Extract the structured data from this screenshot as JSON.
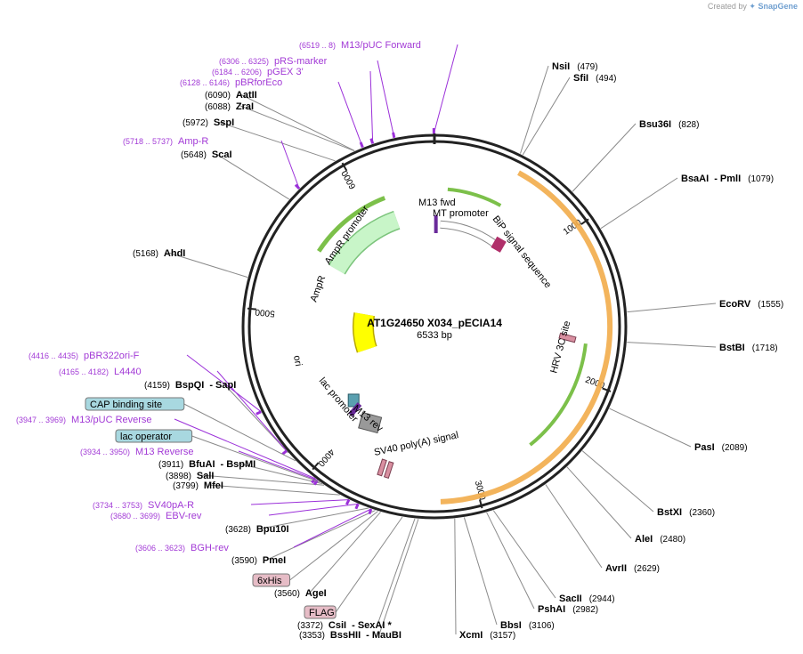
{
  "watermark": {
    "prefix": "Created by",
    "brand": "SnapGene"
  },
  "plasmid": {
    "name": "AT1G24650 X034_pECIA14",
    "size_label": "6533 bp",
    "length": 6533
  },
  "colors": {
    "backbone": "#222222",
    "enzyme_line": "#8a8a8a",
    "primer_line": "#9b30d9",
    "primer_text": "#a23ad6",
    "orange_band": "#f2ac4a",
    "green_arrow": "#7cc04a",
    "ampr_fill": "#c8f5c8",
    "ori_fill": "#ffff00",
    "pink_tick": "#d98fa0"
  },
  "ruler": [
    {
      "pos": 1000,
      "label": "1000"
    },
    {
      "pos": 2000,
      "label": "2000"
    },
    {
      "pos": 3000,
      "label": "3000"
    },
    {
      "pos": 4000,
      "label": "4000"
    },
    {
      "pos": 5000,
      "label": "5000"
    },
    {
      "pos": 6000,
      "label": "6000"
    }
  ],
  "enzymes_right": [
    {
      "name": "NsiI",
      "pos_label": "(479)",
      "pos": 479
    },
    {
      "name": "SfiI",
      "pos_label": "(494)",
      "pos": 494
    },
    {
      "name": "Bsu36I",
      "pos_label": "(828)",
      "pos": 828
    },
    {
      "name": "BsaAI",
      "name2": "- PmlI",
      "pos_label": "(1079)",
      "pos": 1079
    },
    {
      "name": "EcoRV",
      "pos_label": "(1555)",
      "pos": 1555
    },
    {
      "name": "BstBI",
      "pos_label": "(1718)",
      "pos": 1718
    },
    {
      "name": "PasI",
      "pos_label": "(2089)",
      "pos": 2089
    },
    {
      "name": "BstXI",
      "pos_label": "(2360)",
      "pos": 2360
    },
    {
      "name": "AleI",
      "pos_label": "(2480)",
      "pos": 2480
    },
    {
      "name": "AvrII",
      "pos_label": "(2629)",
      "pos": 2629
    },
    {
      "name": "SacII",
      "pos_label": "(2944)",
      "pos": 2944
    },
    {
      "name": "PshAI",
      "pos_label": "(2982)",
      "pos": 2982
    },
    {
      "name": "BbsI",
      "pos_label": "(3106)",
      "pos": 3106
    },
    {
      "name": "XcmI",
      "pos_label": "(3157)",
      "pos": 3157
    }
  ],
  "enzymes_left": [
    {
      "name": "CsiI",
      "name2": "- SexAI *",
      "pos_label": "(3372)",
      "pos": 3372
    },
    {
      "name": "BssHII",
      "name2": "- MauBI",
      "pos_label": "(3353)",
      "pos": 3353
    },
    {
      "name": "AgeI",
      "pos_label": "(3560)",
      "pos": 3560
    },
    {
      "name": "PmeI",
      "pos_label": "(3590)",
      "pos": 3590
    },
    {
      "name": "Bpu10I",
      "pos_label": "(3628)",
      "pos": 3628
    },
    {
      "name": "MfeI",
      "pos_label": "(3799)",
      "pos": 3799
    },
    {
      "name": "SalI",
      "pos_label": "(3898)",
      "pos": 3898
    },
    {
      "name": "BfuAI",
      "name2": "- BspMI",
      "pos_label": "(3911)",
      "pos": 3911
    },
    {
      "name": "BspQI",
      "name2": "- SapI",
      "pos_label": "(4159)",
      "pos": 4159
    },
    {
      "name": "AhdI",
      "pos_label": "(5168)",
      "pos": 5168
    },
    {
      "name": "ScaI",
      "pos_label": "(5648)",
      "pos": 5648
    },
    {
      "name": "SspI",
      "pos_label": "(5972)",
      "pos": 5972
    },
    {
      "name": "ZraI",
      "pos_label": "(6088)",
      "pos": 6088
    },
    {
      "name": "AatII",
      "pos_label": "(6090)",
      "pos": 6090
    }
  ],
  "primers": [
    {
      "range": "(6519 .. 8)",
      "name": "M13/pUC Forward",
      "pos": 6530
    },
    {
      "range": "(6306 .. 6325)",
      "name": "pRS-marker",
      "pos": 6315
    },
    {
      "range": "(6184 .. 6206)",
      "name": "pGEX 3'",
      "pos": 6195
    },
    {
      "range": "(6128 .. 6146)",
      "name": "pBRforEco",
      "pos": 6137
    },
    {
      "range": "(5718 .. 5737)",
      "name": "Amp-R",
      "pos": 5727
    },
    {
      "range": "(4416 .. 4435)",
      "name": "pBR322ori-F",
      "pos": 4425
    },
    {
      "range": "(4165 .. 4182)",
      "name": "L4440",
      "pos": 4173
    },
    {
      "range": "(3947 .. 3969)",
      "name": "M13/pUC Reverse",
      "pos": 3958
    },
    {
      "range": "(3934 .. 3950)",
      "name": "M13 Reverse",
      "pos": 3942
    },
    {
      "range": "(3734 .. 3753)",
      "name": "SV40pA-R",
      "pos": 3743
    },
    {
      "range": "(3680 .. 3699)",
      "name": "EBV-rev",
      "pos": 3689
    },
    {
      "range": "(3606 .. 3623)",
      "name": "BGH-rev",
      "pos": 3614
    }
  ],
  "features_boxed": [
    {
      "name": "CAP binding site",
      "bg": "#a8d8e0",
      "pos": 4100
    },
    {
      "name": "lac operator",
      "bg": "#a8d8e0",
      "pos": 3925
    },
    {
      "name": "6xHis",
      "bg": "#e6bcc6",
      "pos": 3575
    },
    {
      "name": "FLAG",
      "bg": "#e6bcc6",
      "pos": 3440
    }
  ],
  "feature_labels": [
    {
      "text": "M13 fwd"
    },
    {
      "text": "MT promoter"
    },
    {
      "text": "BiP signal sequence"
    },
    {
      "text": "HRV 3C site"
    },
    {
      "text": "SV40 poly(A) signal"
    },
    {
      "text": "M13 rev"
    },
    {
      "text": "lac promoter"
    },
    {
      "text": "ori"
    },
    {
      "text": "AmpR"
    },
    {
      "text": "AmpR promoter"
    }
  ]
}
